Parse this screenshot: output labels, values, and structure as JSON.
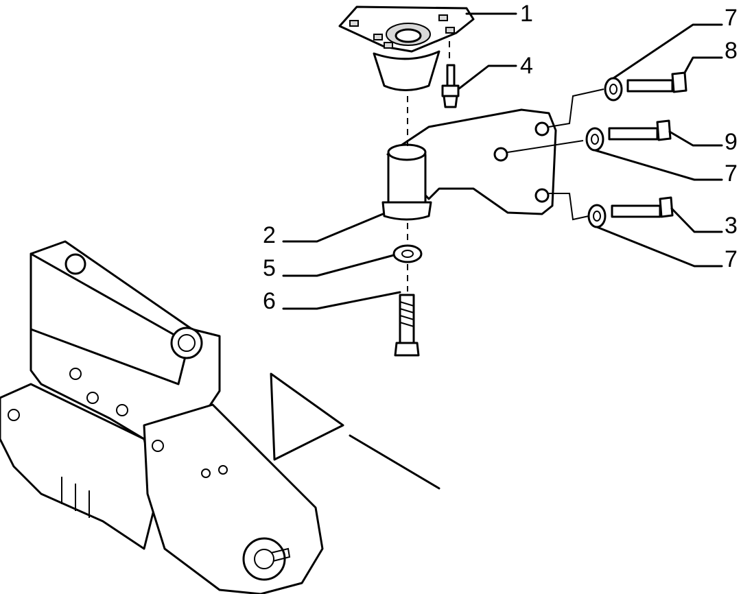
{
  "diagram": {
    "callouts": [
      {
        "id": "c1",
        "label": "1"
      },
      {
        "id": "c4",
        "label": "4"
      },
      {
        "id": "c7a",
        "label": "7"
      },
      {
        "id": "c8",
        "label": "8"
      },
      {
        "id": "c9",
        "label": "9"
      },
      {
        "id": "c7b",
        "label": "7"
      },
      {
        "id": "c2",
        "label": "2"
      },
      {
        "id": "c3",
        "label": "3"
      },
      {
        "id": "c5",
        "label": "5"
      },
      {
        "id": "c7c",
        "label": "7"
      },
      {
        "id": "c6",
        "label": "6"
      }
    ]
  }
}
